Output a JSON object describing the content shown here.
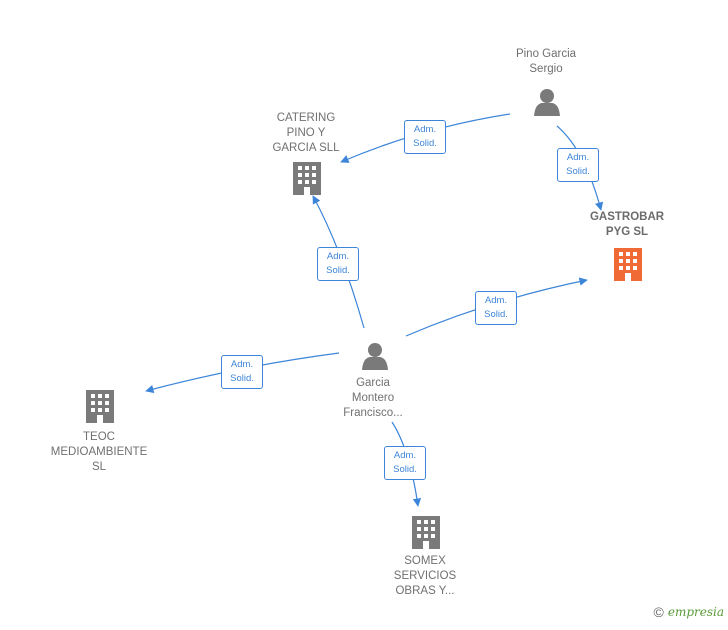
{
  "nodes": {
    "pino_garcia": {
      "label": "Pino Garcia\nSergio",
      "type": "person"
    },
    "catering": {
      "label": "CATERING\nPINO Y\nGARCIA SLL",
      "type": "company"
    },
    "gastrobar": {
      "label": "GASTROBAR\nPYG  SL",
      "type": "company",
      "highlight": true
    },
    "garcia_montero": {
      "label": "Garcia\nMontero\nFrancisco...",
      "type": "person"
    },
    "teoc": {
      "label": "TEOC\nMEDIOAMBIENTE\nSL",
      "type": "company"
    },
    "somex": {
      "label": "SOMEX\nSERVICIOS\nOBRAS Y...",
      "type": "company"
    }
  },
  "edges": [
    {
      "from": "pino_garcia",
      "to": "catering",
      "label": "Adm.\nSolid."
    },
    {
      "from": "pino_garcia",
      "to": "gastrobar",
      "label": "Adm.\nSolid."
    },
    {
      "from": "garcia_montero",
      "to": "catering",
      "label": "Adm.\nSolid."
    },
    {
      "from": "garcia_montero",
      "to": "gastrobar",
      "label": "Adm.\nSolid."
    },
    {
      "from": "garcia_montero",
      "to": "teoc",
      "label": "Adm.\nSolid."
    },
    {
      "from": "garcia_montero",
      "to": "somex",
      "label": "Adm.\nSolid."
    }
  ],
  "colors": {
    "edge": "#3d85d8",
    "icon": "#7a7a7a",
    "highlight_icon": "#f06a35"
  },
  "footer": {
    "copyright_symbol": "©",
    "brand": "empresia"
  }
}
